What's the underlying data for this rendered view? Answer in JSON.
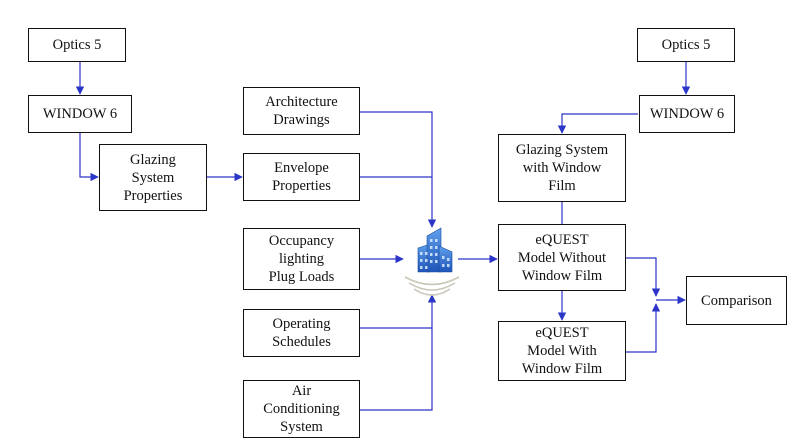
{
  "diagram": {
    "optics_left": "Optics 5",
    "window6_left": "WINDOW 6",
    "glazing_properties": "Glazing\nSystem\nProperties",
    "architecture_drawings": "Architecture\nDrawings",
    "envelope_properties": "Envelope\nProperties",
    "occupancy": "Occupancy\nlighting\nPlug Loads",
    "operating_schedules": "Operating\nSchedules",
    "air_conditioning": "Air\nConditioning\nSystem",
    "optics_right": "Optics 5",
    "window6_right": "WINDOW 6",
    "glazing_with_film": "Glazing System\nwith Window\nFilm",
    "equest_without": "eQUEST\nModel Without\nWindow Film",
    "equest_with": "eQUEST\nModel With\nWindow Film",
    "comparison": "Comparison"
  },
  "icons": {
    "center": "building-icon"
  },
  "colors": {
    "arrow": "#2b35c8",
    "box_border": "#111111",
    "building": "#2f6fd0"
  }
}
